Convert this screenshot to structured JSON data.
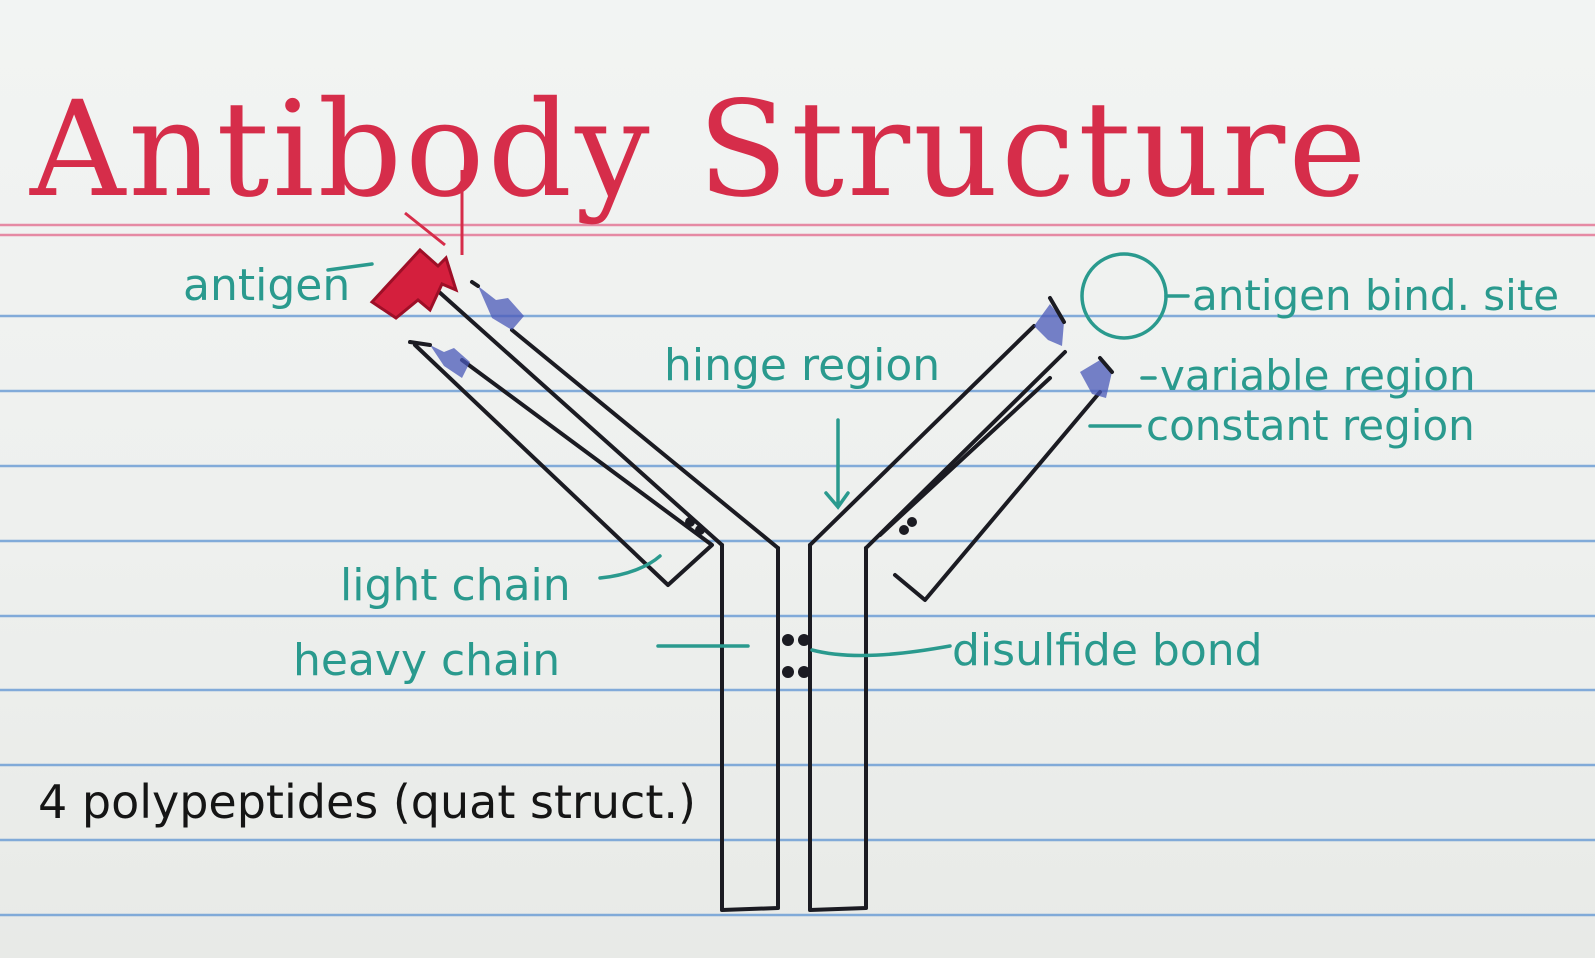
{
  "title": "Antibody Structure",
  "labels": {
    "antigen": "antigen",
    "antigen_binding_site": "antigen bind. site",
    "variable_region": "variable region",
    "constant_region": "constant region",
    "hinge_region": "hinge region",
    "light_chain": "light chain",
    "heavy_chain": "heavy chain",
    "disulfide_bond": "disulfide bond"
  },
  "note": "4 polypeptides (quat struct.)",
  "colors": {
    "title": "#d62d4a",
    "labels": "#2a9a8e",
    "ink": "#1b1b22",
    "ruling_blue": "#6f9fd6",
    "ruling_red": "#e58aa4",
    "variable_region": "#4a58b8",
    "antigen": "#d41f3d"
  }
}
